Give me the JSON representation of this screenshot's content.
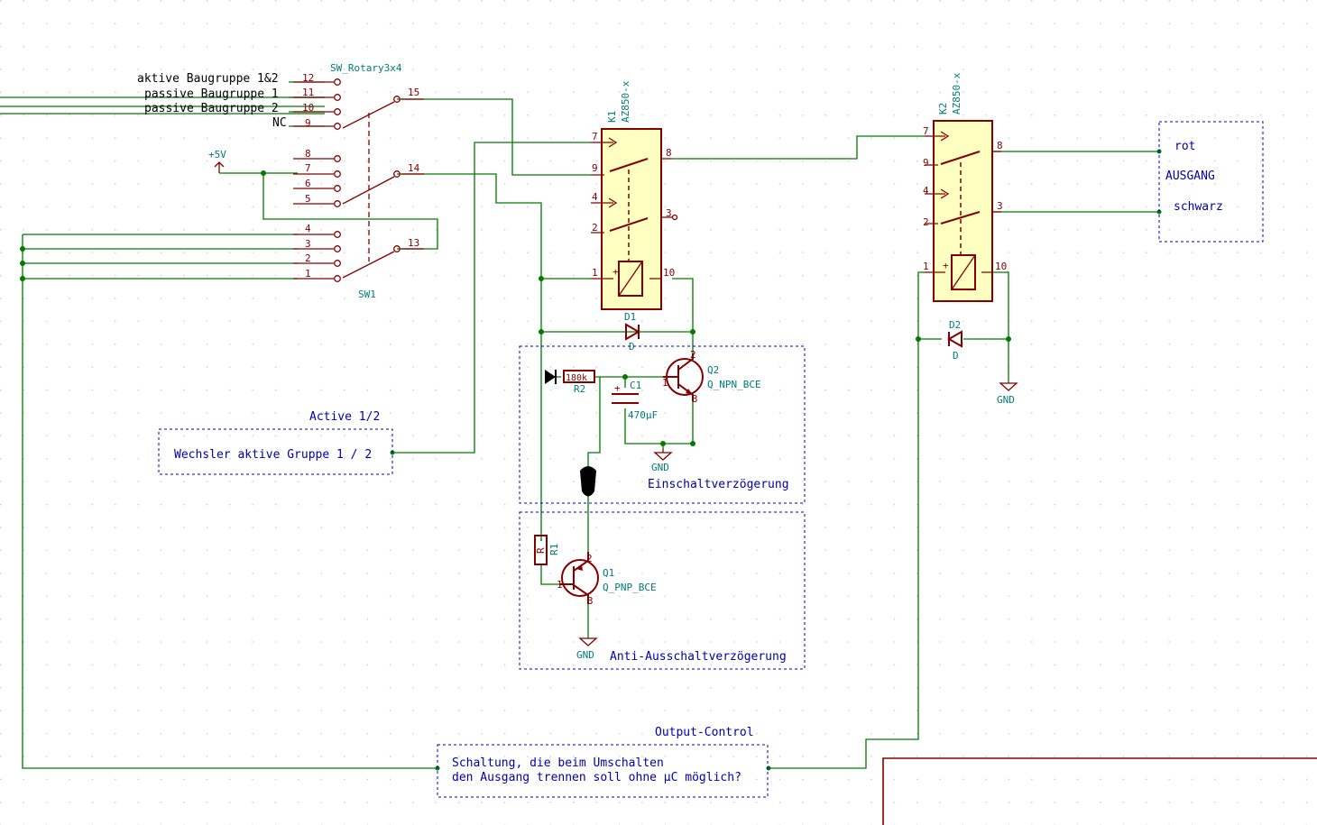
{
  "switch": {
    "ref": "SW1",
    "value": "SW_Rotary3x4",
    "labels": {
      "p12": "aktive Baugruppe 1&2",
      "p11": "passive Baugruppe 1",
      "p10": "passive Baugruppe 2",
      "p9": "NC"
    },
    "pins": [
      "12",
      "11",
      "10",
      "9",
      "15",
      "8",
      "7",
      "6",
      "5",
      "14",
      "4",
      "3",
      "2",
      "1",
      "13"
    ]
  },
  "power": {
    "plus5v": "+5V"
  },
  "relay1": {
    "ref": "K1",
    "value": "AZ850-x",
    "pins": [
      "7",
      "8",
      "9",
      "4",
      "2",
      "3",
      "1",
      "10"
    ]
  },
  "relay2": {
    "ref": "K2",
    "value": "AZ850-x",
    "pins": [
      "7",
      "8",
      "9",
      "4",
      "3",
      "2",
      "1",
      "10"
    ]
  },
  "diode1": {
    "ref": "D1",
    "value": "D"
  },
  "diode2": {
    "ref": "D2",
    "value": "D"
  },
  "r2": {
    "ref": "R2",
    "value": "180k"
  },
  "c1": {
    "ref": "C1",
    "value": "470µF"
  },
  "q2": {
    "ref": "Q2",
    "value": "Q_NPN_BCE",
    "pins": [
      "2",
      "1",
      "3"
    ]
  },
  "r1": {
    "ref": "R1",
    "value": "R"
  },
  "q1": {
    "ref": "Q1",
    "value": "Q_PNP_BCE",
    "pins": [
      "2",
      "1",
      "3"
    ]
  },
  "gnd": {
    "label": "GND"
  },
  "groups": {
    "einschalt": "Einschaltverzögerung",
    "anti": "Anti-Ausschaltverzögerung"
  },
  "active_box": {
    "title": "Active 1/2",
    "text": "Wechsler aktive Gruppe 1 / 2"
  },
  "output_control": {
    "title": "Output-Control",
    "line1": "Schaltung, die beim Umschalten",
    "line2": "den Ausgang trennen soll ohne µC möglich?"
  },
  "ausgang": {
    "rot": "rot",
    "label": "AUSGANG",
    "schwarz": "schwarz"
  }
}
